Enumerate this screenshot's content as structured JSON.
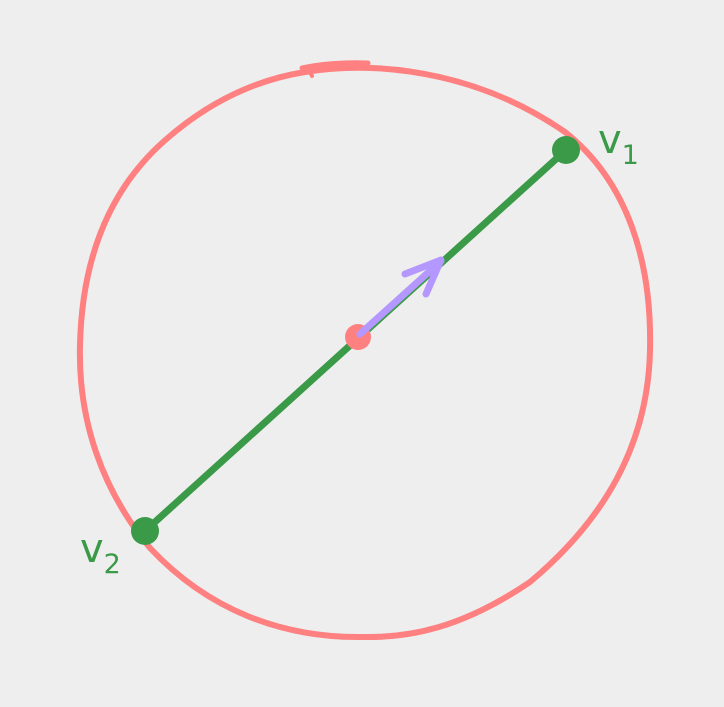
{
  "colors": {
    "background": "#eeeeee",
    "circle": "#ff8080",
    "diameter": "#3a9a48",
    "arrow": "#b497ff",
    "center": "#ff8080"
  },
  "labels": {
    "v1": {
      "letter": "v",
      "subscript": "1"
    },
    "v2": {
      "letter": "v",
      "subscript": "2"
    }
  }
}
